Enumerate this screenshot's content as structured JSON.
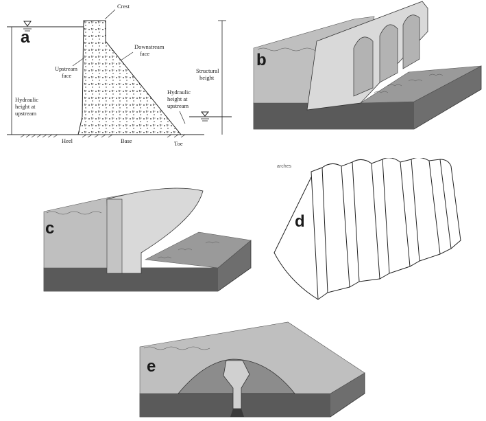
{
  "panels": {
    "a": {
      "letter": "a",
      "labels": {
        "crest": "Crest",
        "downstream_face_1": "Downstream",
        "downstream_face_2": "face",
        "upstream_face_1": "Upstream",
        "upstream_face_2": "face",
        "structural_height_1": "Structural",
        "structural_height_2": "height",
        "hydraulic_up_left_1": "Hydraulic",
        "hydraulic_up_left_2": "height at",
        "hydraulic_up_left_3": "upstream",
        "hydraulic_up_right_1": "Hydraulic",
        "hydraulic_up_right_2": "height at",
        "hydraulic_up_right_3": "upstream",
        "heel": "Heel",
        "base": "Base",
        "toe": "Toe"
      }
    },
    "b": {
      "letter": "b"
    },
    "c": {
      "letter": "c"
    },
    "d": {
      "letter": "d",
      "caption": "arches"
    },
    "e": {
      "letter": "e"
    }
  },
  "colors": {
    "ground": "#6e6e6e",
    "soil_top": "#b9b9b9",
    "concrete": "#d8d8d8",
    "water_line": "#333333"
  }
}
